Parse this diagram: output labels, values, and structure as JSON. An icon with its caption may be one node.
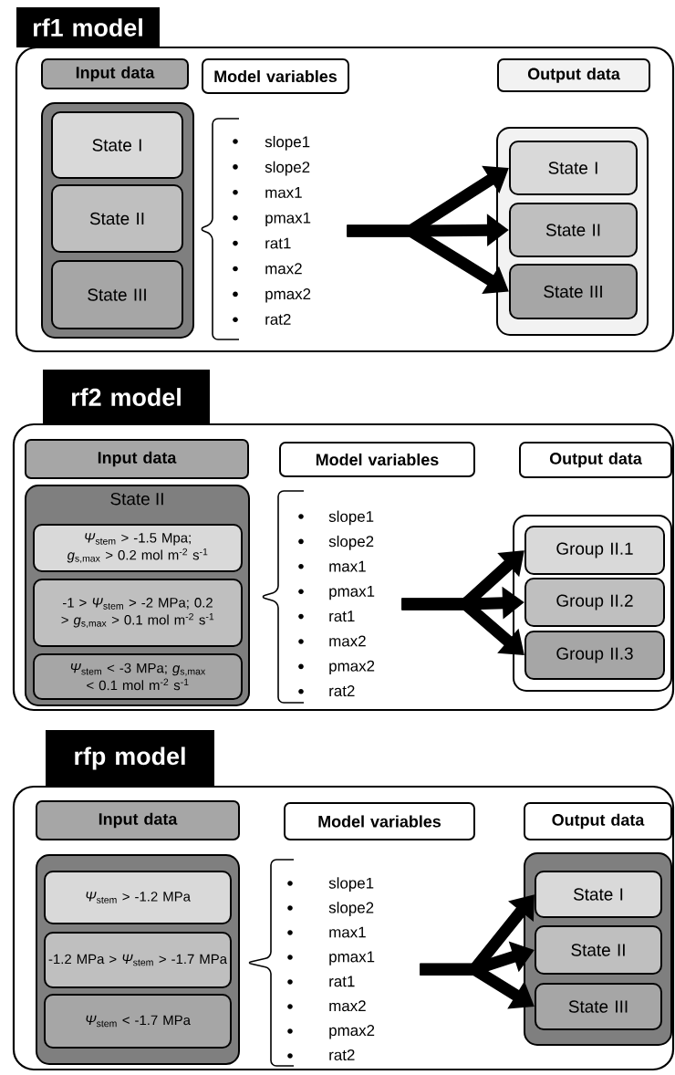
{
  "diagram": {
    "nodes": [
      {
        "text": [
          "rf1 model"
        ]
      },
      {
        "text": [],
        "shape": "box"
      },
      {
        "text": [
          "Input data"
        ],
        "in": 1
      },
      {
        "text": [],
        "shape": "box",
        "in": 1
      },
      {
        "text": [
          "State I"
        ],
        "in": 3
      },
      {
        "text": [
          "State II"
        ],
        "in": 3
      },
      {
        "text": [
          "State III"
        ],
        "in": 3
      },
      {
        "text": [
          "Model variables"
        ],
        "in": 1
      },
      {
        "text": [
          "slope1",
          "slope2",
          "max1",
          "pmax1",
          "rat1",
          "max2",
          "pmax2",
          "rat2"
        ],
        "in": 1
      },
      {
        "text": [
          "Output data"
        ],
        "in": 1
      },
      {
        "text": [],
        "shape": "box",
        "in": 1
      },
      {
        "text": [
          "State I"
        ],
        "in": 10
      },
      {
        "text": [
          "State II"
        ],
        "in": 10
      },
      {
        "text": [
          "State III"
        ],
        "in": 10
      },
      {
        "text": [
          "rf2 model"
        ]
      },
      {
        "text": [],
        "shape": "box"
      },
      {
        "text": [
          "Input data"
        ],
        "in": 15
      },
      {
        "text": [
          "State II"
        ],
        "in": 15
      },
      {
        "text": [
          "*Ψ*$_{stem}$ > -1.5 Mpa; *g*$_{s,max}$ > 0.2 mol m$^{-2}$ s$^{-1}$"
        ],
        "in": 17
      },
      {
        "text": [
          "-1 > *Ψ*$_{stem}$ > -2 MPa; 0.2 > *g*$_{s,max}$ > 0.1 mol m$^{-2}$ s$^{-1}$"
        ],
        "in": 17
      },
      {
        "text": [
          "*Ψ*$_{stem}$ < -3 MPa; *g*$_{s,max}$ < 0.1 mol m$^{-2}$ s$^{-1}$"
        ],
        "in": 17
      },
      {
        "text": [
          "Model variables"
        ],
        "in": 15
      },
      {
        "text": [
          "slope1",
          "slope2",
          "max1",
          "pmax1",
          "rat1",
          "max2",
          "pmax2",
          "rat2"
        ],
        "in": 15
      },
      {
        "text": [
          "Output data"
        ],
        "in": 15
      },
      {
        "text": [],
        "shape": "box",
        "in": 15
      },
      {
        "text": [
          "Group II.1"
        ],
        "in": 24
      },
      {
        "text": [
          "Group II.2"
        ],
        "in": 24
      },
      {
        "text": [
          "Group II.3"
        ],
        "in": 24
      },
      {
        "text": [
          "rfp model"
        ]
      },
      {
        "text": [],
        "shape": "box"
      },
      {
        "text": [
          "Input data"
        ],
        "in": 29
      },
      {
        "text": [],
        "shape": "box",
        "in": 29
      },
      {
        "text": [
          "*Ψ*$_{stem}$ > -1.2 MPa"
        ],
        "in": 31
      },
      {
        "text": [
          "-1.2 MPa > *Ψ*$_{stem}$ > -1.7 MPa"
        ],
        "in": 31
      },
      {
        "text": [
          "*Ψ*$_{stem}$ < -1.7 MPa"
        ],
        "in": 31
      },
      {
        "text": [
          "Model variables"
        ],
        "in": 29
      },
      {
        "text": [
          "slope1",
          "slope2",
          "max1",
          "pmax1",
          "rat1",
          "max2",
          "pmax2",
          "rat2"
        ],
        "in": 29
      },
      {
        "text": [
          "Output data"
        ],
        "in": 29
      },
      {
        "text": [],
        "shape": "box",
        "in": 29
      },
      {
        "text": [
          "State I"
        ],
        "in": 38
      },
      {
        "text": [
          "State II"
        ],
        "in": 38
      },
      {
        "text": [
          "State III"
        ],
        "in": 38
      }
    ],
    "edges": [
      {
        "from": 8,
        "to": 11,
        "arrow": "to"
      },
      {
        "from": 8,
        "to": 12,
        "arrow": "to"
      },
      {
        "from": 8,
        "to": 13,
        "arrow": "to"
      },
      {
        "from": 22,
        "to": 25,
        "arrow": "to"
      },
      {
        "from": 22,
        "to": 26,
        "arrow": "to"
      },
      {
        "from": 22,
        "to": 27,
        "arrow": "to"
      },
      {
        "from": 36,
        "to": 39,
        "arrow": "to"
      },
      {
        "from": 36,
        "to": 40,
        "arrow": "to"
      },
      {
        "from": 36,
        "to": 41,
        "arrow": "to"
      }
    ]
  }
}
